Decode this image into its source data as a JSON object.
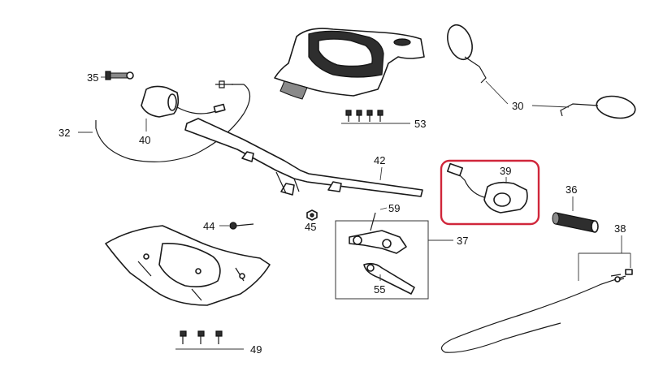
{
  "diagram": {
    "labels": [
      {
        "id": "35",
        "text": "35"
      },
      {
        "id": "40",
        "text": "40"
      },
      {
        "id": "32",
        "text": "32"
      },
      {
        "id": "53",
        "text": "53"
      },
      {
        "id": "30",
        "text": "30"
      },
      {
        "id": "42",
        "text": "42"
      },
      {
        "id": "39",
        "text": "39"
      },
      {
        "id": "36",
        "text": "36"
      },
      {
        "id": "59",
        "text": "59"
      },
      {
        "id": "44",
        "text": "44"
      },
      {
        "id": "45",
        "text": "45"
      },
      {
        "id": "37",
        "text": "37"
      },
      {
        "id": "55",
        "text": "55"
      },
      {
        "id": "38",
        "text": "38"
      },
      {
        "id": "49",
        "text": "49"
      }
    ],
    "highlight": {
      "part": "39",
      "color": "#d0263a"
    }
  }
}
